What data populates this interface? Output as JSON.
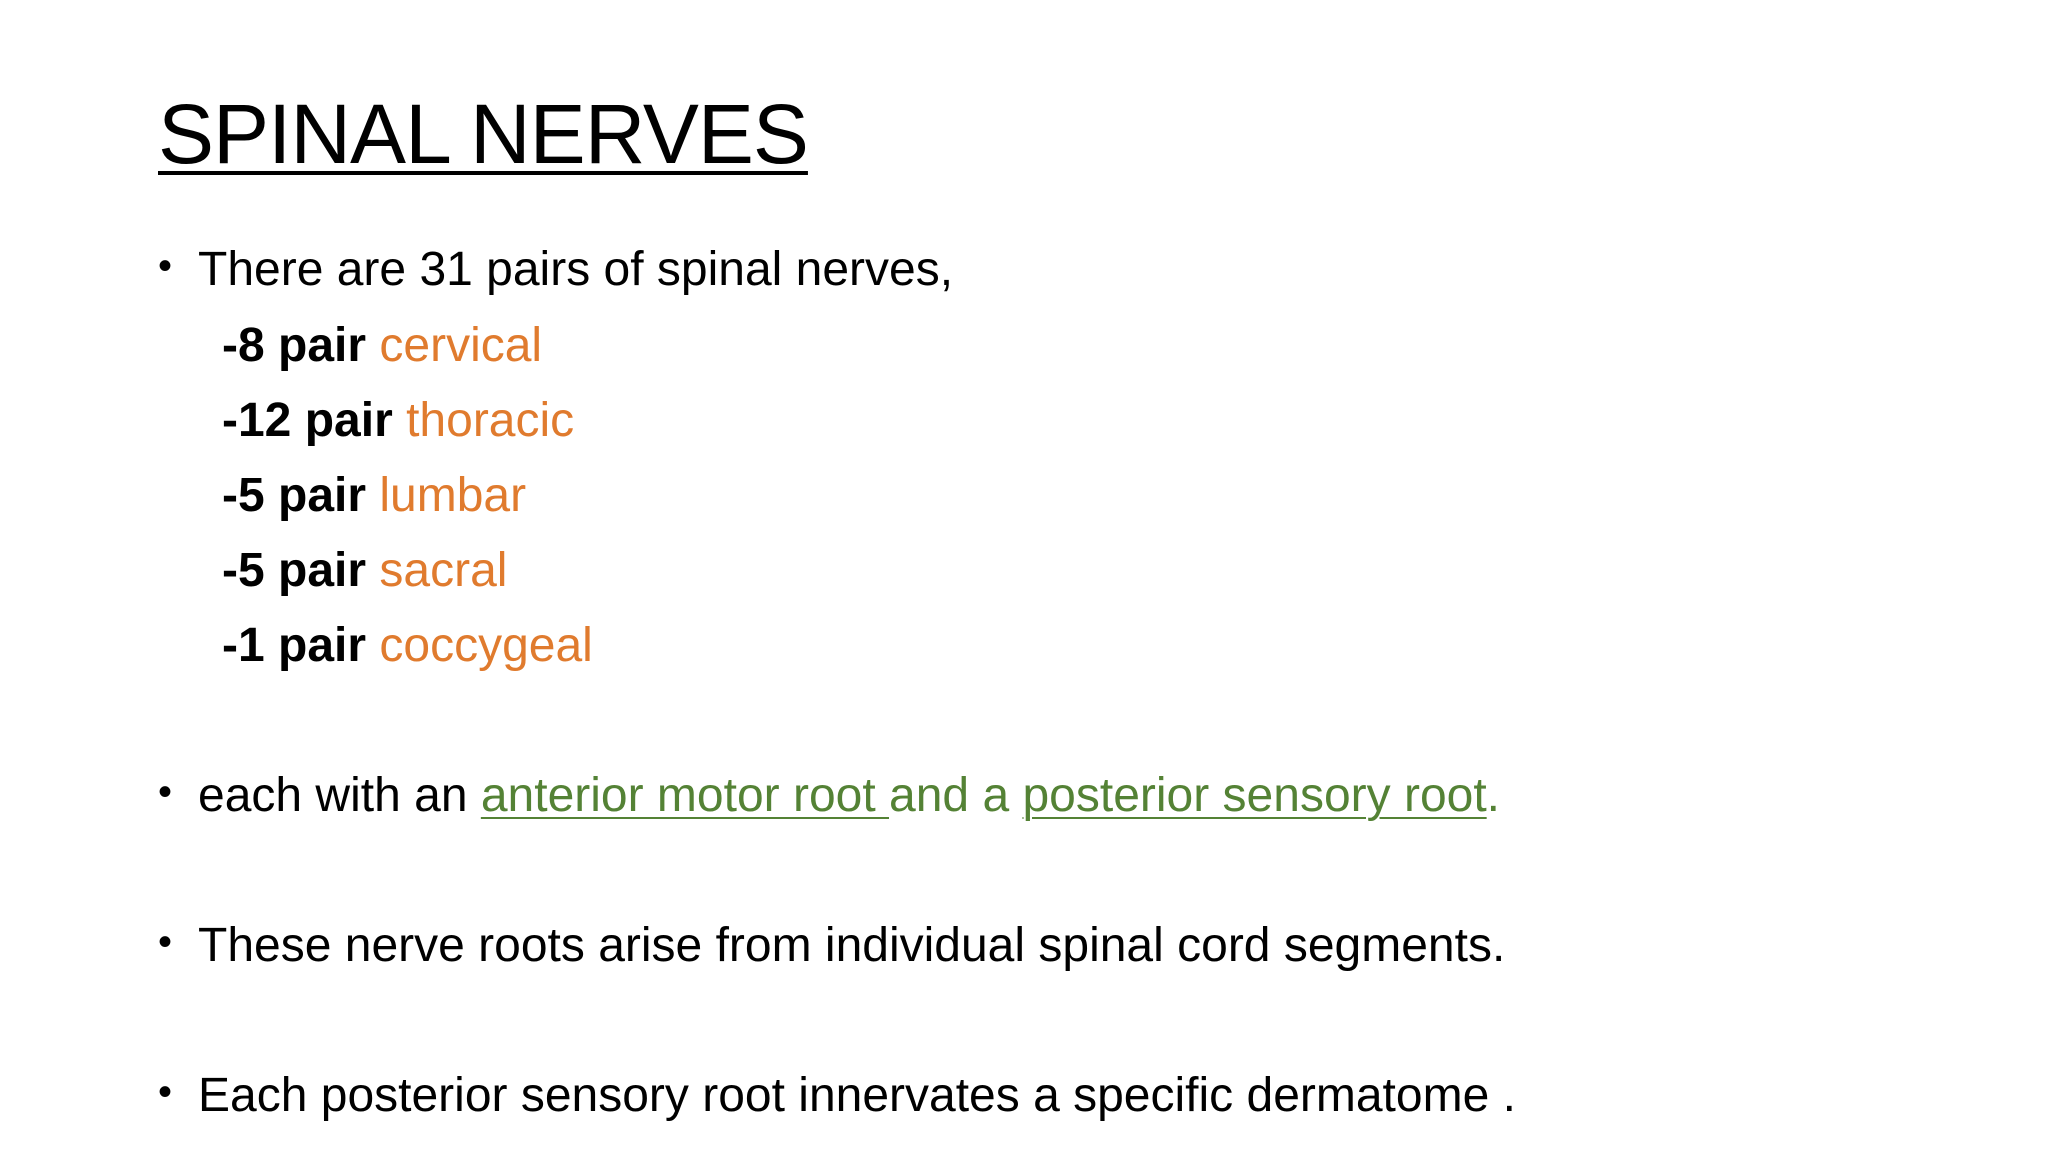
{
  "title": "SPINAL NERVES",
  "bullet1": {
    "text": "There are 31 pairs of spinal nerves,"
  },
  "pairs": [
    {
      "count": "-8 pair",
      "region": "cervical"
    },
    {
      "count": "-12 pair",
      "region": "thoracic"
    },
    {
      "count": "-5 pair",
      "region": "lumbar"
    },
    {
      "count": "-5 pair",
      "region": "sacral"
    },
    {
      "count": "-1 pair",
      "region": "coccygeal"
    }
  ],
  "bullet2": {
    "prefix": "each with an ",
    "link1": "anterior motor root ",
    "middle": "and a ",
    "link2": "posterior sensory root",
    "suffix": "."
  },
  "bullet3": {
    "text": "These nerve roots arise from individual spinal cord segments."
  },
  "bullet4": {
    "text": "Each posterior sensory root innervates a specific dermatome ."
  },
  "bullet_glyph": "•",
  "colors": {
    "region": "#e07b2e",
    "root": "#548235",
    "text": "#000000",
    "background": "#ffffff"
  }
}
